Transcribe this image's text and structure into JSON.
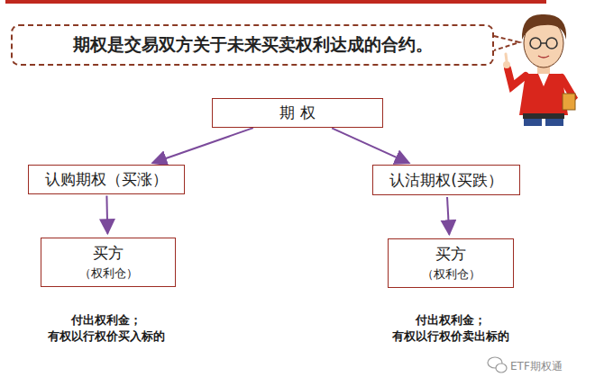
{
  "diagram": {
    "nodes": [
      {
        "text": [
          "期权是交易双方关于未来买卖权利达成的合约。"
        ]
      },
      {
        "text": [
          "期  权"
        ]
      },
      {
        "text": [
          "认购期权（买涨）"
        ]
      },
      {
        "text": [
          "认沽期权(买跌）"
        ]
      },
      {
        "text": [
          "买方",
          "（权利仓）"
        ]
      },
      {
        "text": [
          "买方",
          "（权利仓）"
        ]
      }
    ],
    "edges": [
      {
        "from": 1,
        "to": 2,
        "arrow": "to"
      },
      {
        "from": 1,
        "to": 3,
        "arrow": "to"
      },
      {
        "from": 2,
        "to": 4,
        "arrow": "to"
      },
      {
        "from": 3,
        "to": 5,
        "arrow": "to"
      }
    ],
    "labels": [
      "付出权利金；",
      "有权以行权价买入标的",
      "付出权利金；",
      "有权以行权价卖出标的",
      "ETF期权通"
    ]
  }
}
